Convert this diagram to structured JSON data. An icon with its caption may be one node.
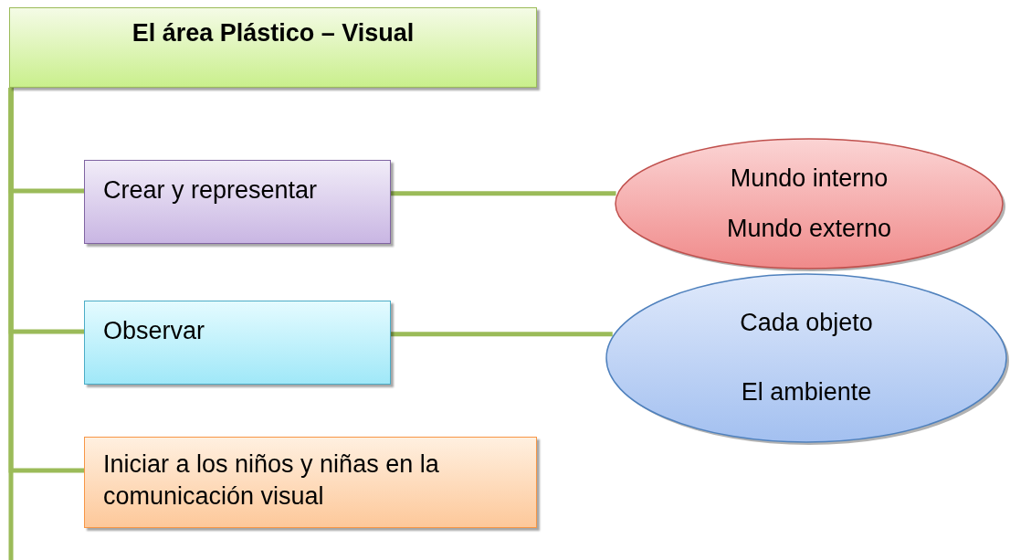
{
  "diagram": {
    "nodes": [
      {
        "text": [
          "El área Plástico – Visual"
        ]
      },
      {
        "text": [
          "Crear y representar"
        ]
      },
      {
        "text": [
          "Mundo interno",
          "Mundo externo"
        ]
      },
      {
        "text": [
          "Observar"
        ]
      },
      {
        "text": [
          "Cada objeto",
          "El ambiente"
        ]
      },
      {
        "text": [
          "Iniciar a los niños y niñas en la comunicación visual"
        ]
      }
    ],
    "edges": [
      {
        "from": 0,
        "to": 1,
        "arrow": "none"
      },
      {
        "from": 0,
        "to": 3,
        "arrow": "none"
      },
      {
        "from": 0,
        "to": 5,
        "arrow": "none"
      },
      {
        "from": 1,
        "to": 2,
        "arrow": "none"
      },
      {
        "from": 3,
        "to": 4,
        "arrow": "none"
      }
    ]
  }
}
